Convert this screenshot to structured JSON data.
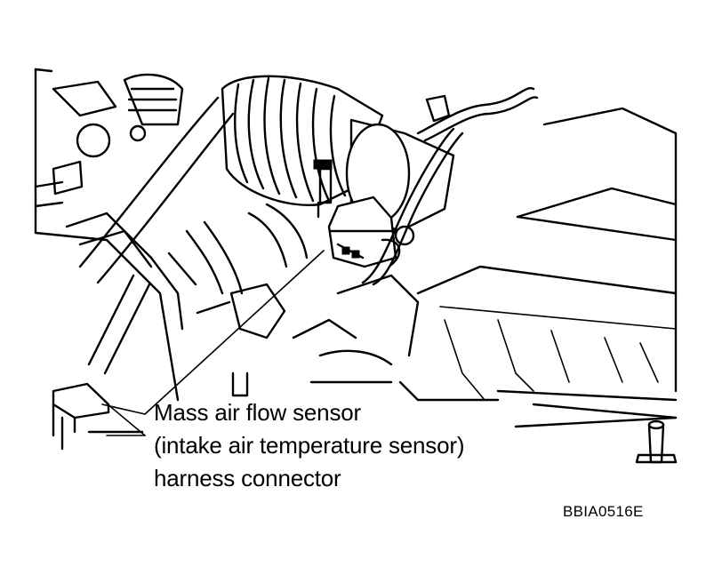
{
  "callout": {
    "line1": "Mass air flow sensor",
    "line2": "(intake air temperature sensor)",
    "line3": "harness connector"
  },
  "figure_code": "BBIA0516E"
}
